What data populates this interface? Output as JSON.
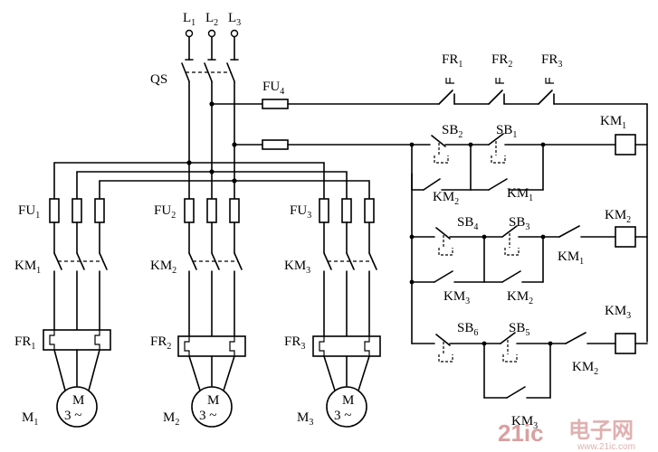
{
  "supply": {
    "l1": "L",
    "l1_sub": "1",
    "l2": "L",
    "l2_sub": "2",
    "l3": "L",
    "l3_sub": "3",
    "switch": "QS"
  },
  "fuses": {
    "fu4": "FU",
    "fu4_sub": "4",
    "fu1": "FU",
    "fu1_sub": "1",
    "fu2": "FU",
    "fu2_sub": "2",
    "fu3": "FU",
    "fu3_sub": "3"
  },
  "contactors": {
    "km1": "KM",
    "km1_sub": "1",
    "km2": "KM",
    "km2_sub": "2",
    "km3": "KM",
    "km3_sub": "3"
  },
  "relays": {
    "fr1": "FR",
    "fr1_sub": "1",
    "fr2": "FR",
    "fr2_sub": "2",
    "fr3": "FR",
    "fr3_sub": "3"
  },
  "motors": {
    "m1": "M",
    "m1_sub": "1",
    "m2": "M",
    "m2_sub": "2",
    "m3": "M",
    "m3_sub": "3",
    "symbol": "M",
    "phase": "3 ~"
  },
  "buttons": {
    "sb1": "SB",
    "sb1_sub": "1",
    "sb2": "SB",
    "sb2_sub": "2",
    "sb3": "SB",
    "sb3_sub": "3",
    "sb4": "SB",
    "sb4_sub": "4",
    "sb5": "SB",
    "sb5_sub": "5",
    "sb6": "SB",
    "sb6_sub": "6"
  },
  "watermark": {
    "brand": "21ic",
    "cn": "电子网",
    "url": "www.21ic.com"
  }
}
